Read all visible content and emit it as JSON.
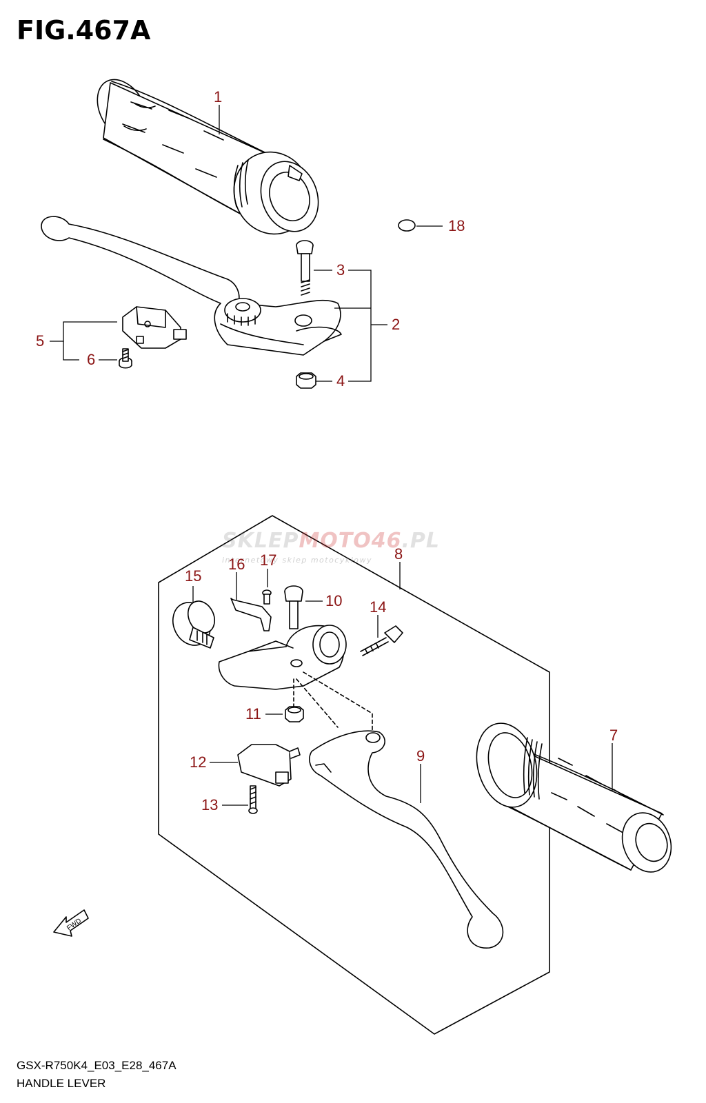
{
  "figure": {
    "title": "FIG.467A"
  },
  "watermark": {
    "brand_prefix": "SKLEP",
    "brand_accent": "MOTO46",
    "brand_suffix": ".PL",
    "tagline": "internetowy sklep motocyklowy"
  },
  "callouts": {
    "c1": "1",
    "c2": "2",
    "c3": "3",
    "c4": "4",
    "c5": "5",
    "c6": "6",
    "c7": "7",
    "c8": "8",
    "c9": "9",
    "c10": "10",
    "c11": "11",
    "c12": "12",
    "c13": "13",
    "c14": "14",
    "c15": "15",
    "c16": "16",
    "c17": "17",
    "c18": "18"
  },
  "fwd_arrow": {
    "label": "FWD"
  },
  "footer": {
    "model_code": "GSX-R750K4_E03_E28_467A",
    "caption": "HANDLE LEVER"
  },
  "colors": {
    "callout": "#8b1414",
    "line": "#000000"
  }
}
